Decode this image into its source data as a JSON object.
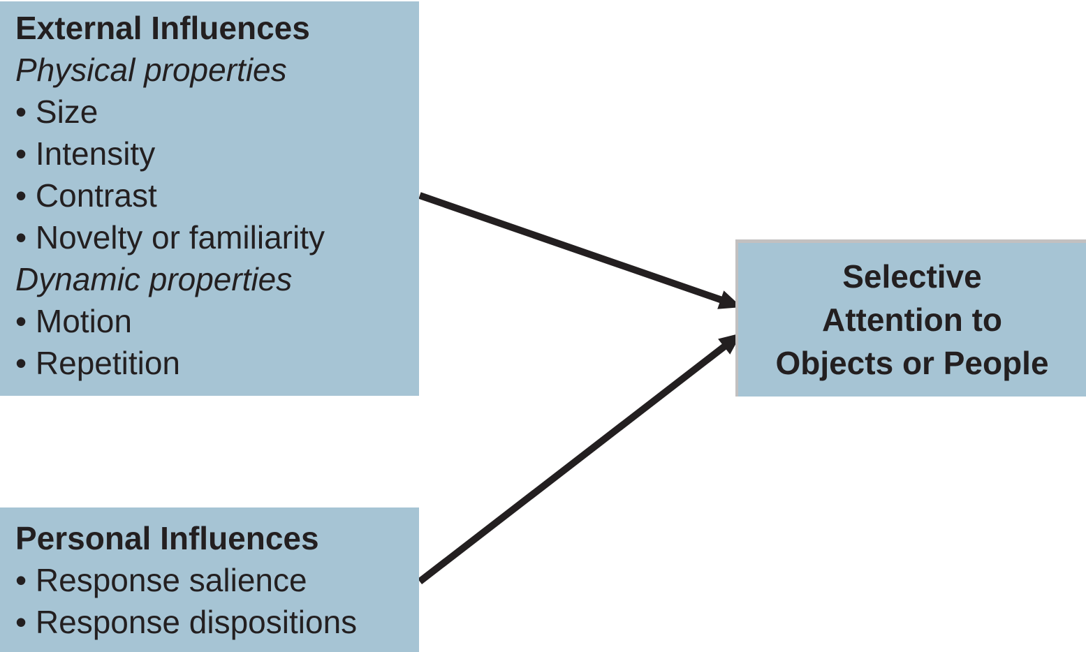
{
  "diagram": {
    "boxes": {
      "external": {
        "lines": [
          {
            "text": "External Influences",
            "style": "bold"
          },
          {
            "text": "Physical properties",
            "style": "italic"
          },
          {
            "text": "• Size",
            "style": "bullet"
          },
          {
            "text": "• Intensity",
            "style": "bullet"
          },
          {
            "text": "• Contrast",
            "style": "bullet"
          },
          {
            "text": "• Novelty or familiarity",
            "style": "bullet"
          },
          {
            "text": "Dynamic properties",
            "style": "italic"
          },
          {
            "text": "• Motion",
            "style": "bullet"
          },
          {
            "text": "• Repetition",
            "style": "bullet"
          }
        ]
      },
      "personal": {
        "lines": [
          {
            "text": "Personal Influences",
            "style": "bold"
          },
          {
            "text": "• Response salience",
            "style": "bullet"
          },
          {
            "text": "• Response dispositions",
            "style": "bullet"
          }
        ]
      },
      "selective": {
        "label": "Selective Attention to Objects or People",
        "lines": [
          {
            "text": "Selective"
          },
          {
            "text": "Attention to"
          },
          {
            "text": "Objects or People"
          }
        ]
      }
    },
    "arrows": [
      {
        "from": "External Influences",
        "to": "Selective Attention to Objects or People"
      },
      {
        "from": "Personal Influences",
        "to": "Selective Attention to Objects or People"
      }
    ],
    "colors": {
      "box_fill": "#a6c4d4",
      "text": "#231f20",
      "arrow": "#231f20",
      "selective_box_edge": "#c2c0c0",
      "background": "#ffffff"
    }
  }
}
